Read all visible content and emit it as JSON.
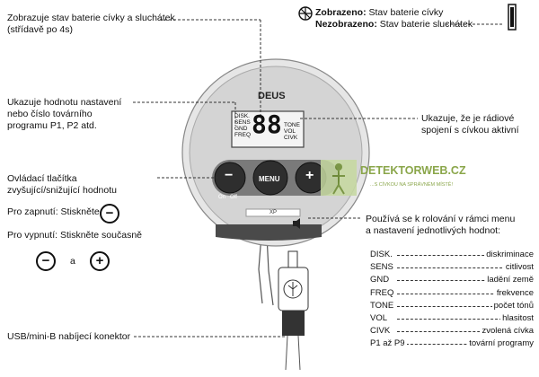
{
  "annotations": {
    "battery_alternating": [
      "Zobrazuje stav baterie cívky a sluchátek",
      "(střídavě po  4s)"
    ],
    "shown_label": "Zobrazeno:",
    "shown_text": " Stav baterie cívky",
    "hidden_label": "Nezobrazeno:",
    "hidden_text": " Stav baterie sluchátek",
    "settings_value": [
      "Ukazuje hodnotu nastavení",
      "nebo číslo továrního",
      "programu P1, P2 atd."
    ],
    "radio_link": [
      "Ukazuje, že je rádiové",
      "spojení s cívkou aktivní"
    ],
    "buttons_control": [
      "Ovládací tlačítka",
      "zvyšující/snižující hodnotu"
    ],
    "power_on_label": "Pro zapnutí: Stiskněte",
    "power_off_label": "Pro vypnutí: Stiskněte současně",
    "and_label": "a",
    "scroll_menu": [
      "Používá se k rolování v rámci menu",
      "a nastavení jednotlivých hodnot:"
    ],
    "usb_connector": "USB/mini-B nabíjecí konektor"
  },
  "legend": [
    {
      "key": "DISK.",
      "value": "diskriminace"
    },
    {
      "key": "SENS",
      "value": "citlivost"
    },
    {
      "key": "GND",
      "value": "ladění země"
    },
    {
      "key": "FREQ",
      "value": "frekvence"
    },
    {
      "key": "TONE",
      "value": "počet tónů"
    },
    {
      "key": "VOL",
      "value": "hlasitost"
    },
    {
      "key": "CIVK",
      "value": "zvolená  cívka"
    },
    {
      "key": "P1 až P9",
      "value": "tovární programy"
    }
  ],
  "device": {
    "brand": "DEUS",
    "lcd_left": [
      "DISK.",
      "SENS",
      "GND",
      "FREQ"
    ],
    "lcd_right": [
      "TONE",
      "VOL",
      "CIVK"
    ],
    "lcd_digits": "88",
    "minus_glyph": "−",
    "plus_glyph": "+",
    "menu_label": "MENU",
    "on_label": "On",
    "off_label": "Off",
    "xp_label": "XP"
  },
  "watermark": {
    "name": "DETEKTORWEB.CZ",
    "tagline": "...S CÍVKOU NA SPRÁVNÉM MÍSTĚ!"
  },
  "buttons": {
    "minus_glyph": "−",
    "plus_glyph": "+"
  },
  "icons": [
    "radio-link-icon",
    "battery-icon",
    "usb-connector-icon",
    "speaker-icon"
  ]
}
